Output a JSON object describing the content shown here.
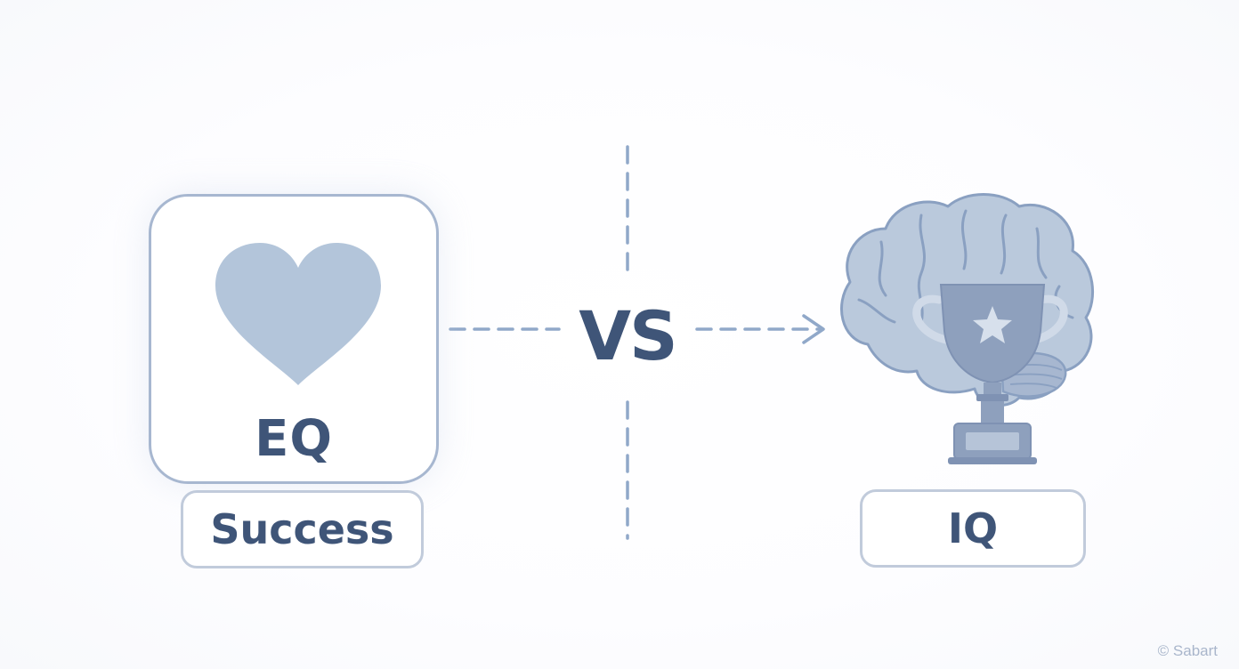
{
  "diagram": {
    "left": {
      "card_label": "EQ",
      "pill_label": "Success",
      "icon": "heart-icon"
    },
    "center": {
      "label": "VS"
    },
    "right": {
      "pill_label": "IQ",
      "icon": "brain-trophy-icon"
    },
    "watermark": "© Sabart"
  },
  "colors": {
    "text": "#3f5578",
    "card_border": "#a7b7d0",
    "pill_border": "#c1cbdb",
    "heart": "#b3c5da",
    "brain": "#bac9dc",
    "brain_stroke": "#8aa0c1",
    "trophy": "#8ea0bd",
    "connector": "#90a8c9"
  }
}
